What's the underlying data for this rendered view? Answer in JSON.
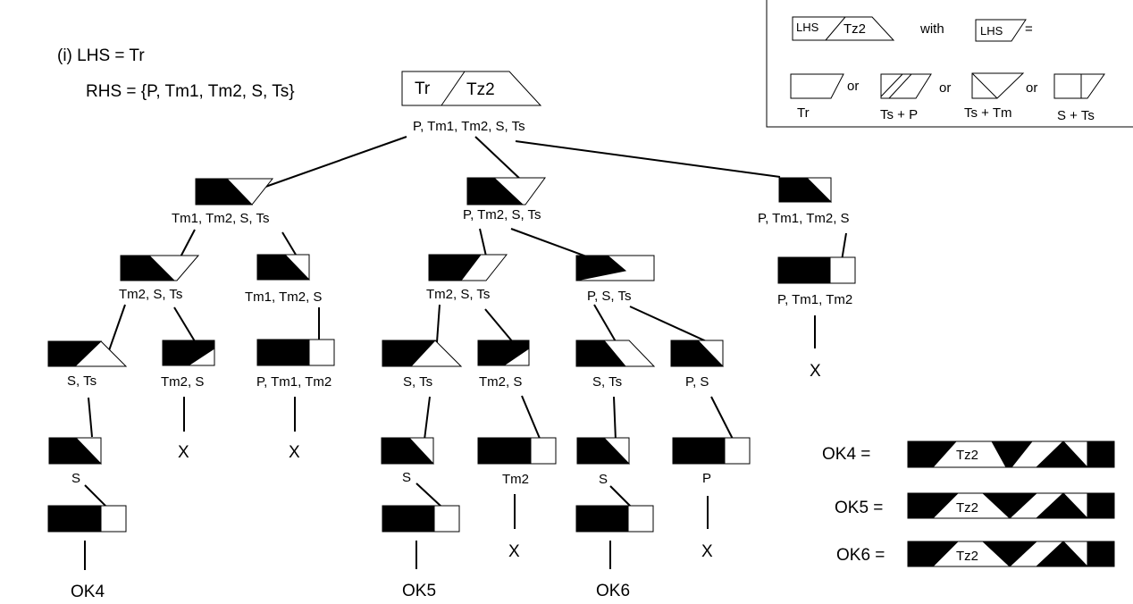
{
  "header": {
    "line1": "(i)  LHS = Tr",
    "line2": "RHS = {P, Tm1, Tm2, S, Ts}"
  },
  "root": {
    "left_label": "Tr",
    "right_label": "Tz2",
    "set_label": "P, Tm1, Tm2, S, Ts"
  },
  "legend": {
    "box_left": "LHS",
    "box_right": "Tz2",
    "with_text": "with",
    "lhs_label": "LHS",
    "equals": "=",
    "or_text": "or",
    "options": [
      "Tr",
      "Ts + P",
      "Ts + Tm",
      "S + Ts"
    ]
  },
  "nodes": [
    "Tm1, Tm2, S, Ts",
    "P, Tm2, S, Ts",
    "P, Tm1, Tm2, S",
    "Tm2, S, Ts",
    "Tm1, Tm2, S",
    "Tm2, S, Ts",
    "P, S, Ts",
    "P, Tm1, Tm2",
    "S, Ts",
    "Tm2, S",
    "P, Tm1, Tm2",
    "S, Ts",
    "Tm2, S",
    "S, Ts",
    "P, S",
    "S",
    "S",
    "Tm2",
    "S",
    "P"
  ],
  "outcomes": {
    "x_mark": "X",
    "ok4": "OK4",
    "ok5": "OK5",
    "ok6": "OK6"
  },
  "results": [
    {
      "label": "OK4 =",
      "band_label": "Tz2"
    },
    {
      "label": "OK5 =",
      "band_label": "Tz2"
    },
    {
      "label": "OK6 =",
      "band_label": "Tz2"
    }
  ]
}
